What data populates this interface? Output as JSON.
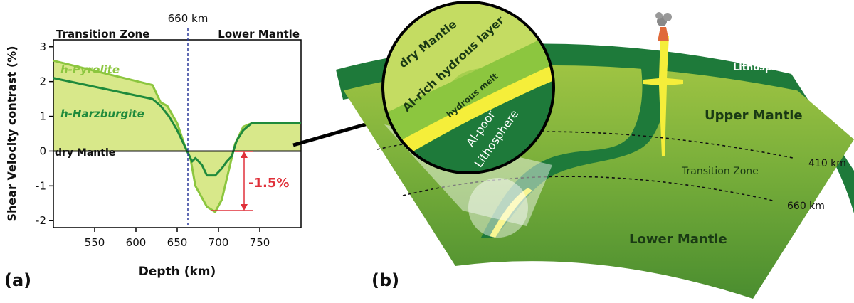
{
  "panel_a": {
    "label": "(a)",
    "xlabel": "Depth (km)",
    "ylabel": "Shear Velocity contrast (%)",
    "top_left_label": "Transition Zone",
    "top_right_label": "Lower Mantle",
    "boundary_label": "660 km",
    "dry_label": "dry Mantle",
    "pyrolite_label": "h-Pyrolite",
    "harzburgite_label": "h-Harzburgite",
    "contrast_label": "-1.5%"
  },
  "panel_b": {
    "label": "(b)",
    "inset_dry": "dry Mantle",
    "inset_al_rich": "Al-rich hydrous layer",
    "inset_melt": "hydrous melt",
    "inset_al_poor_1": "Al-poor",
    "inset_al_poor_2": "Lithosphere",
    "lithosphere": "Lithosphere",
    "upper_mantle": "Upper Mantle",
    "transition_zone": "Transition Zone",
    "lower_mantle": "Lower Mantle",
    "depth_410": "410 km",
    "depth_660": "660 km"
  },
  "colors": {
    "pyrolite": "#8cc63f",
    "harzburgite": "#1f8a3c",
    "fill": "#d8e88a",
    "accent_red": "#e0313a",
    "boundary_dash": "#2b3a9a",
    "mantle_dark": "#3f8a2e",
    "mantle_light": "#a9c94a",
    "lithosphere": "#1e7a3a",
    "melt": "#f5ee3a"
  },
  "chart_data": {
    "type": "line",
    "title": "",
    "xlabel": "Depth (km)",
    "ylabel": "Shear Velocity contrast (%)",
    "xlim": [
      500,
      800
    ],
    "ylim": [
      -2.2,
      3.2
    ],
    "xticks": [
      550,
      600,
      650,
      700,
      750
    ],
    "yticks": [
      -2,
      -1,
      0,
      1,
      2,
      3
    ],
    "grid": false,
    "annotations": [
      "Transition Zone",
      "Lower Mantle",
      "660 km",
      "dry Mantle",
      "-1.5%"
    ],
    "series": [
      {
        "name": "h-Pyrolite",
        "x": [
          500,
          620,
          630,
          638,
          650,
          660,
          666,
          672,
          686,
          696,
          704,
          712,
          720,
          730,
          740,
          750,
          760,
          800
        ],
        "y": [
          2.6,
          1.9,
          1.4,
          1.3,
          0.8,
          0.1,
          -0.2,
          -1.0,
          -1.6,
          -1.75,
          -1.4,
          -0.6,
          0.2,
          0.7,
          0.8,
          0.8,
          0.8,
          0.8
        ]
      },
      {
        "name": "h-Harzburgite",
        "x": [
          500,
          620,
          630,
          640,
          650,
          660,
          668,
          672,
          680,
          686,
          696,
          704,
          710,
          716,
          722,
          730,
          740,
          760,
          800
        ],
        "y": [
          2.1,
          1.5,
          1.3,
          1.0,
          0.6,
          0.1,
          -0.3,
          -0.2,
          -0.4,
          -0.7,
          -0.7,
          -0.5,
          -0.3,
          -0.15,
          0.3,
          0.6,
          0.8,
          0.8,
          0.8
        ]
      },
      {
        "name": "dry Mantle",
        "x": [
          500,
          800
        ],
        "y": [
          0,
          0
        ]
      }
    ]
  }
}
